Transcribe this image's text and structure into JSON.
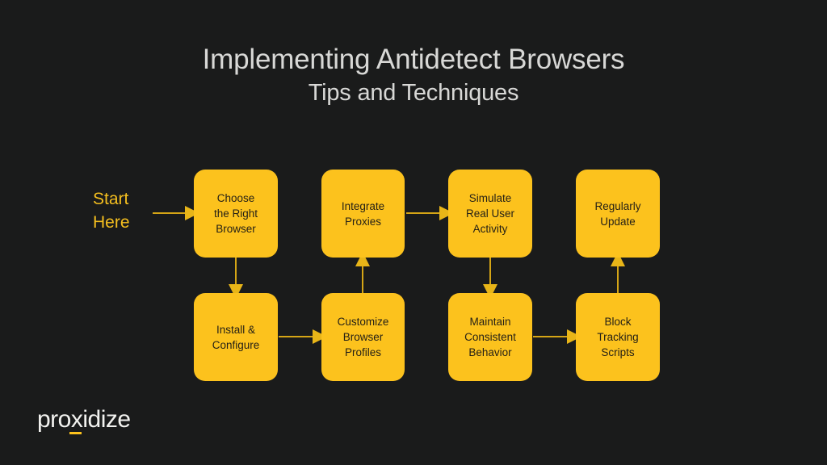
{
  "slide": {
    "background_color": "#1a1b1b",
    "accent_color": "#fcc21d",
    "title": "Implementing Antidetect Browsers",
    "subtitle": "Tips and Techniques"
  },
  "flowchart": {
    "start_label_line1": "Start",
    "start_label_line2": "Here",
    "nodes": [
      {
        "id": "choose",
        "label": "Choose\nthe Right\nBrowser"
      },
      {
        "id": "integrate",
        "label": "Integrate\nProxies"
      },
      {
        "id": "simulate",
        "label": "Simulate\nReal User\nActivity"
      },
      {
        "id": "regularly",
        "label": "Regularly\nUpdate"
      },
      {
        "id": "install",
        "label": "Install &\nConfigure"
      },
      {
        "id": "customize",
        "label": "Customize\nBrowser\nProfiles"
      },
      {
        "id": "maintain",
        "label": "Maintain\nConsistent\nBehavior"
      },
      {
        "id": "block",
        "label": "Block\nTracking\nScripts"
      }
    ],
    "connectors": [
      {
        "from": "start",
        "to": "choose",
        "direction": "right"
      },
      {
        "from": "choose",
        "to": "install",
        "direction": "down"
      },
      {
        "from": "install",
        "to": "customize",
        "direction": "right"
      },
      {
        "from": "customize",
        "to": "integrate",
        "direction": "up"
      },
      {
        "from": "integrate",
        "to": "simulate",
        "direction": "right"
      },
      {
        "from": "simulate",
        "to": "maintain",
        "direction": "down"
      },
      {
        "from": "maintain",
        "to": "block",
        "direction": "right"
      },
      {
        "from": "block",
        "to": "regularly",
        "direction": "up"
      }
    ]
  },
  "logo": {
    "text_before": "pro",
    "text_accent": "x",
    "text_after": "idize",
    "full_text": "proxidize"
  }
}
